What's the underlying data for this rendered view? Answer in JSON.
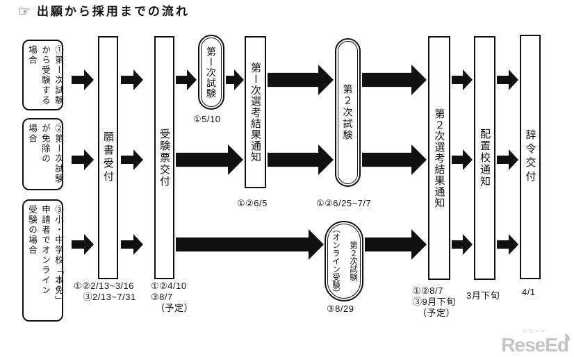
{
  "title": {
    "icon": "☞",
    "text": "出願から採用までの流れ"
  },
  "cases": [
    {
      "label": "①第ー次試験\nから受験する\n場合"
    },
    {
      "label": "②第ー次試験\nが免除の\n場合"
    },
    {
      "label": "③小・中学校「本免」\n申請者でオンライン\n受験の場合"
    }
  ],
  "nodes": {
    "application": {
      "label": "願書受付",
      "dates": "①②2/13~3/16\n　③2/13~7/31"
    },
    "ticket": {
      "label": "受験票交付",
      "dates": "①②4/10\n③8/7\n　（予定）"
    },
    "exam1": {
      "label": "第ー次試験",
      "dates": "①5/10"
    },
    "result1": {
      "label": "第ー次選考結果通知",
      "dates": "①②6/5"
    },
    "exam2": {
      "label": "第２次試験",
      "dates": "①②6/25~7/7"
    },
    "exam2_online": {
      "label": "第２次試験\n（オンライン受験）",
      "dates": "③8/29"
    },
    "result2": {
      "label": "第２次選考結果通知",
      "dates": "①②8/7\n③9月下旬\n　（予定）"
    },
    "placement": {
      "label": "配置校通知",
      "dates": "3月下旬"
    },
    "appointment": {
      "label": "辞令交付",
      "dates": "4/1"
    }
  },
  "logo": {
    "text": "ReseEd",
    "ruby": "リシード"
  },
  "colors": {
    "ink": "#111111",
    "background": "#ffffff",
    "logo_gray": "#c4c4c4"
  }
}
